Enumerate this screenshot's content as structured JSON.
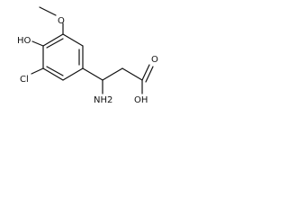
{
  "molecule": {
    "labels": {
      "ho": "HO",
      "o": "O",
      "cl": "Cl",
      "nh2": "NH2",
      "oh": "OH",
      "carbonyl_o": "O"
    }
  }
}
